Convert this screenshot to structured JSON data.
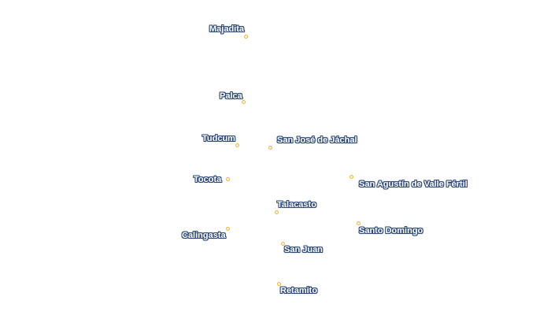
{
  "map": {
    "places": [
      {
        "id": "majadita",
        "name": "Majadita"
      },
      {
        "id": "palca",
        "name": "Palca"
      },
      {
        "id": "tudcum",
        "name": "Tudcum"
      },
      {
        "id": "san-jose-de-jachal",
        "name": "San José de Jáchal"
      },
      {
        "id": "tocota",
        "name": "Tocota"
      },
      {
        "id": "san-agustin-de-valle-fertil",
        "name": "San Agustín de Valle Fértil"
      },
      {
        "id": "talacasto",
        "name": "Talacasto"
      },
      {
        "id": "santo-domingo",
        "name": "Santo Domingo"
      },
      {
        "id": "calingasta",
        "name": "Calingasta"
      },
      {
        "id": "san-juan",
        "name": "San Juan"
      },
      {
        "id": "retamito",
        "name": "Retamito"
      }
    ],
    "colors": {
      "marker_fill": "#fff6d9",
      "marker_stroke": "#efb53c",
      "label_text": "#ffffff",
      "label_halo": "#2e4a7a"
    }
  }
}
